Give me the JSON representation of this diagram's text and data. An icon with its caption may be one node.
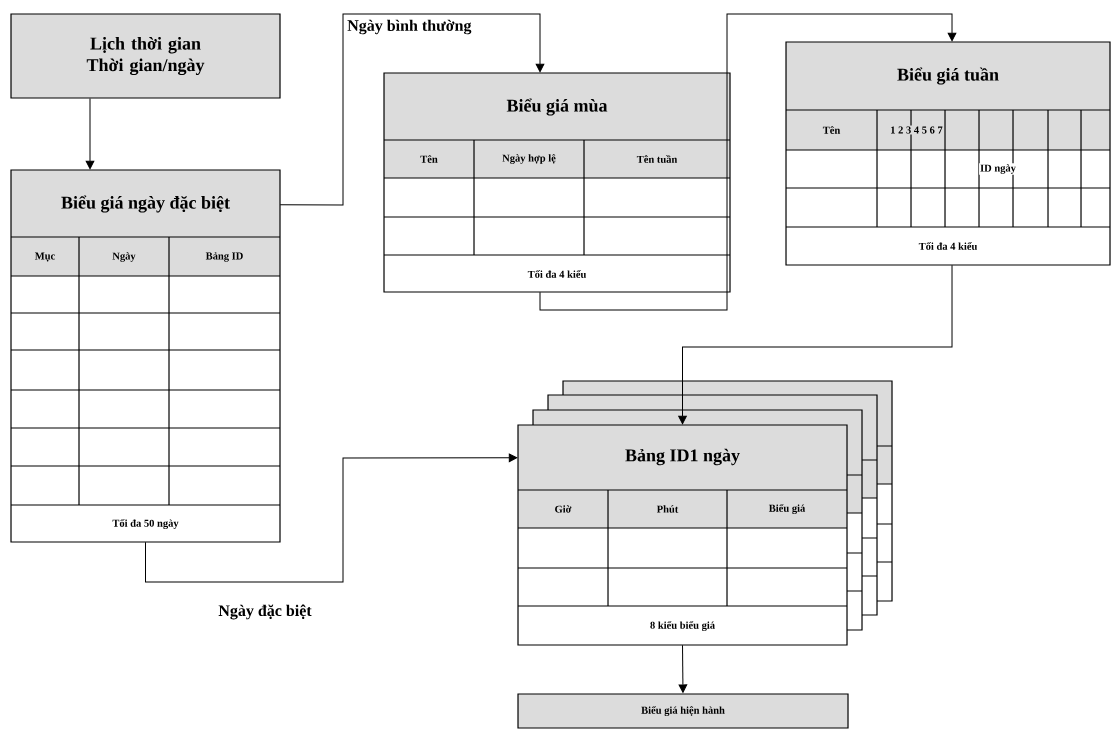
{
  "diagram": {
    "nodes": [
      {
        "text": [
          "Lịch thời gian Thời gian/ngày"
        ]
      },
      {
        "text": [
          "Biểu giá ngày đặc biệt",
          "Mục",
          "Ngày",
          "Bảng ID",
          "Tối đa 50 ngày"
        ]
      },
      {
        "text": [
          "Biểu giá mùa",
          "Tên",
          "Ngày hợp lệ",
          "Tên tuần",
          "Tối đa 4 kiểu"
        ]
      },
      {
        "text": [
          "Biểu giá tuần",
          "Tên",
          "1 2 3 4 5 6 7",
          "ID ngày",
          "Tối đa 4 kiểu"
        ]
      },
      {
        "text": [
          "Bảng ID1 ngày",
          "Giờ",
          "Phút",
          "Biểu giá",
          "8 kiểu biểu giá"
        ]
      },
      {
        "text": [
          "Biểu giá hiện hành"
        ]
      }
    ],
    "edges": [
      {
        "from": 0,
        "to": 1,
        "arrow": "to"
      },
      {
        "from": 1,
        "to": 2,
        "arrow": "to",
        "label": "Ngày bình thường"
      },
      {
        "from": 2,
        "to": 3,
        "arrow": "to"
      },
      {
        "from": 3,
        "to": 4,
        "arrow": "to"
      },
      {
        "from": 1,
        "to": 4,
        "arrow": "to",
        "label": "Ngày đặc biệt"
      },
      {
        "from": 4,
        "to": 5,
        "arrow": "to"
      }
    ]
  }
}
